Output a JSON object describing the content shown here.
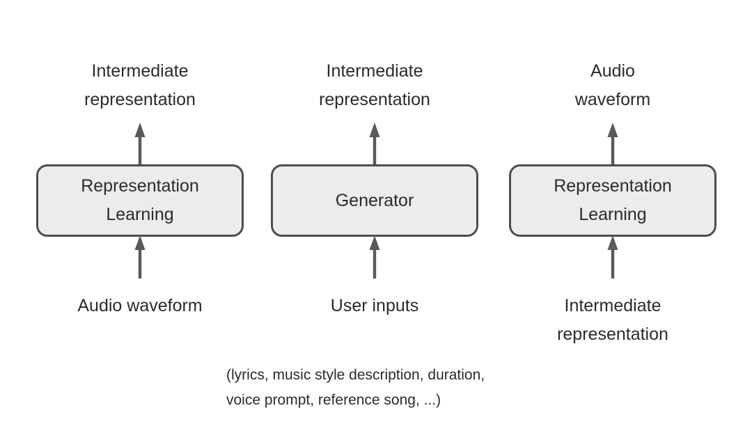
{
  "diagram": {
    "columns": [
      {
        "output_label": "Intermediate\nrepresentation",
        "box_label": "Representation\nLearning",
        "input_label": "Audio waveform"
      },
      {
        "output_label": "Intermediate\nrepresentation",
        "box_label": "Generator",
        "input_label": "User inputs"
      },
      {
        "output_label": "Audio\nwaveform",
        "box_label": "Representation\nLearning",
        "input_label": "Intermediate\nrepresentation"
      }
    ],
    "caption": "(lyrics, music style description, duration,\nvoice prompt, reference song, ...)",
    "colors": {
      "background": "#ffffff",
      "box_fill": "#ececec",
      "box_border": "#4d4d4d",
      "arrow": "#595959",
      "text": "#2b2b2b"
    }
  }
}
